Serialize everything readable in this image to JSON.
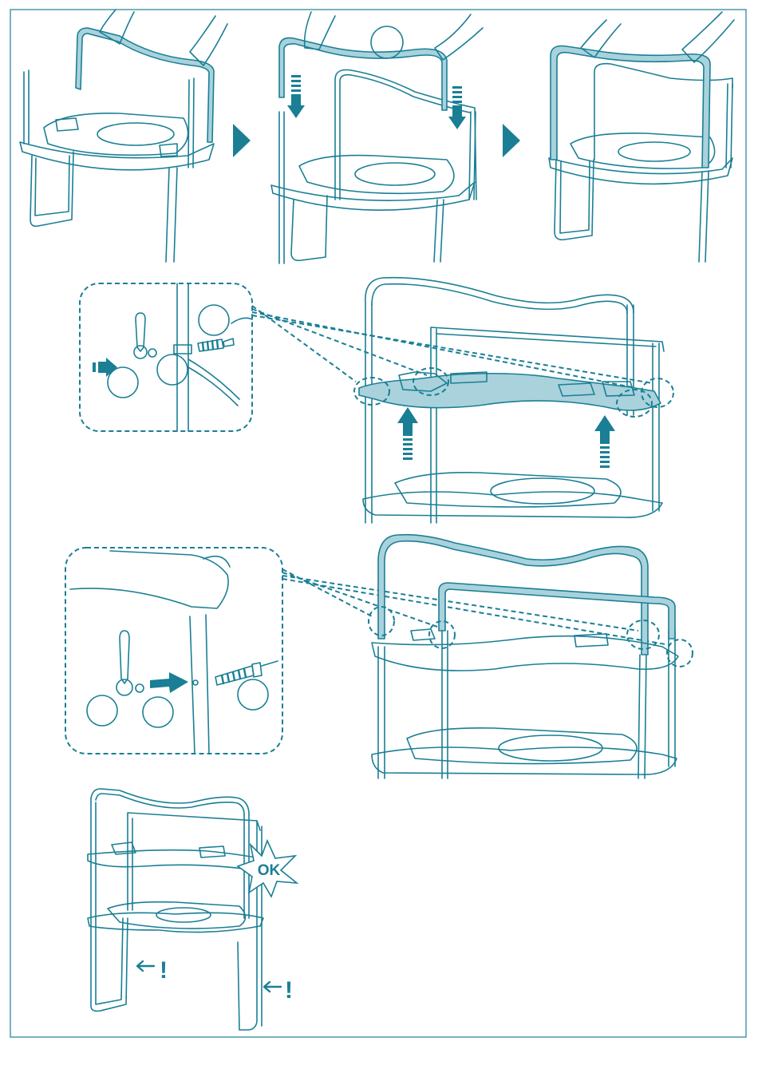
{
  "colors": {
    "accent": "#1a7f95",
    "highlight_fill": "#a9d2dc",
    "line": "#1a7f95",
    "background": "#ffffff",
    "border": "#1a7f95"
  },
  "icons": {
    "arrow": "right-triangle-arrow",
    "down": "striped-down-arrow",
    "up": "striped-up-arrow",
    "push": "solid-push-arrow",
    "back": "left-arrow",
    "burst": "starburst"
  },
  "final_check": {
    "ok_label": "OK",
    "warning_mark_1": "!",
    "warning_mark_2": "!"
  }
}
